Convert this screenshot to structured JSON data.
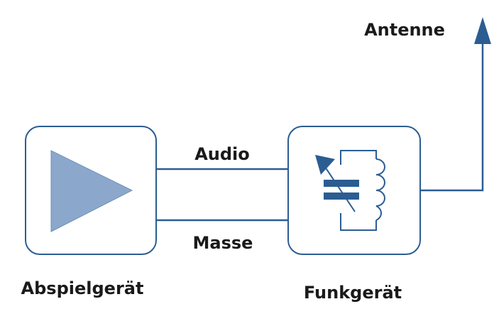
{
  "labels": {
    "antenna": "Antenne",
    "audio": "Audio",
    "ground": "Masse",
    "player": "Abspielgerät",
    "radio": "Funkgerät"
  },
  "colors": {
    "line": "#2b5d92",
    "fill_light": "#8ba8cc",
    "fill_dark": "#2b5d92",
    "text": "#1a1a1a",
    "background": "#ffffff"
  },
  "icons": {
    "player": "play-triangle-icon",
    "radio": "lc-resonant-circuit-icon",
    "antenna": "antenna-arrow-icon"
  }
}
